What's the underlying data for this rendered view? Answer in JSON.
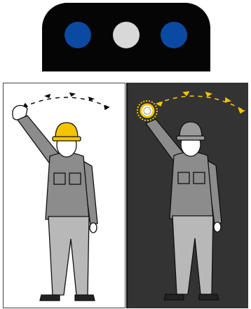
{
  "signal_light": {
    "lamps": [
      {
        "color": "#0b4aa2",
        "state": "on"
      },
      {
        "color": "#d8d8d8",
        "state": "on"
      },
      {
        "color": "#0b4aa2",
        "state": "on"
      }
    ]
  },
  "panels": [
    {
      "id": "day",
      "background": "#ffffff",
      "helmet_color": "#f5c400",
      "hand_marker": "none",
      "arc_color": "#000000"
    },
    {
      "id": "night",
      "background": "#333333",
      "helmet_color": "#9a9a9a",
      "hand_marker": "glowing-light",
      "arc_color": "#f5c400"
    }
  ],
  "colors": {
    "jacket": "#8c8c8c",
    "trousers": "#b8b8b8",
    "skin": "#ffffff",
    "outline": "#111111"
  }
}
